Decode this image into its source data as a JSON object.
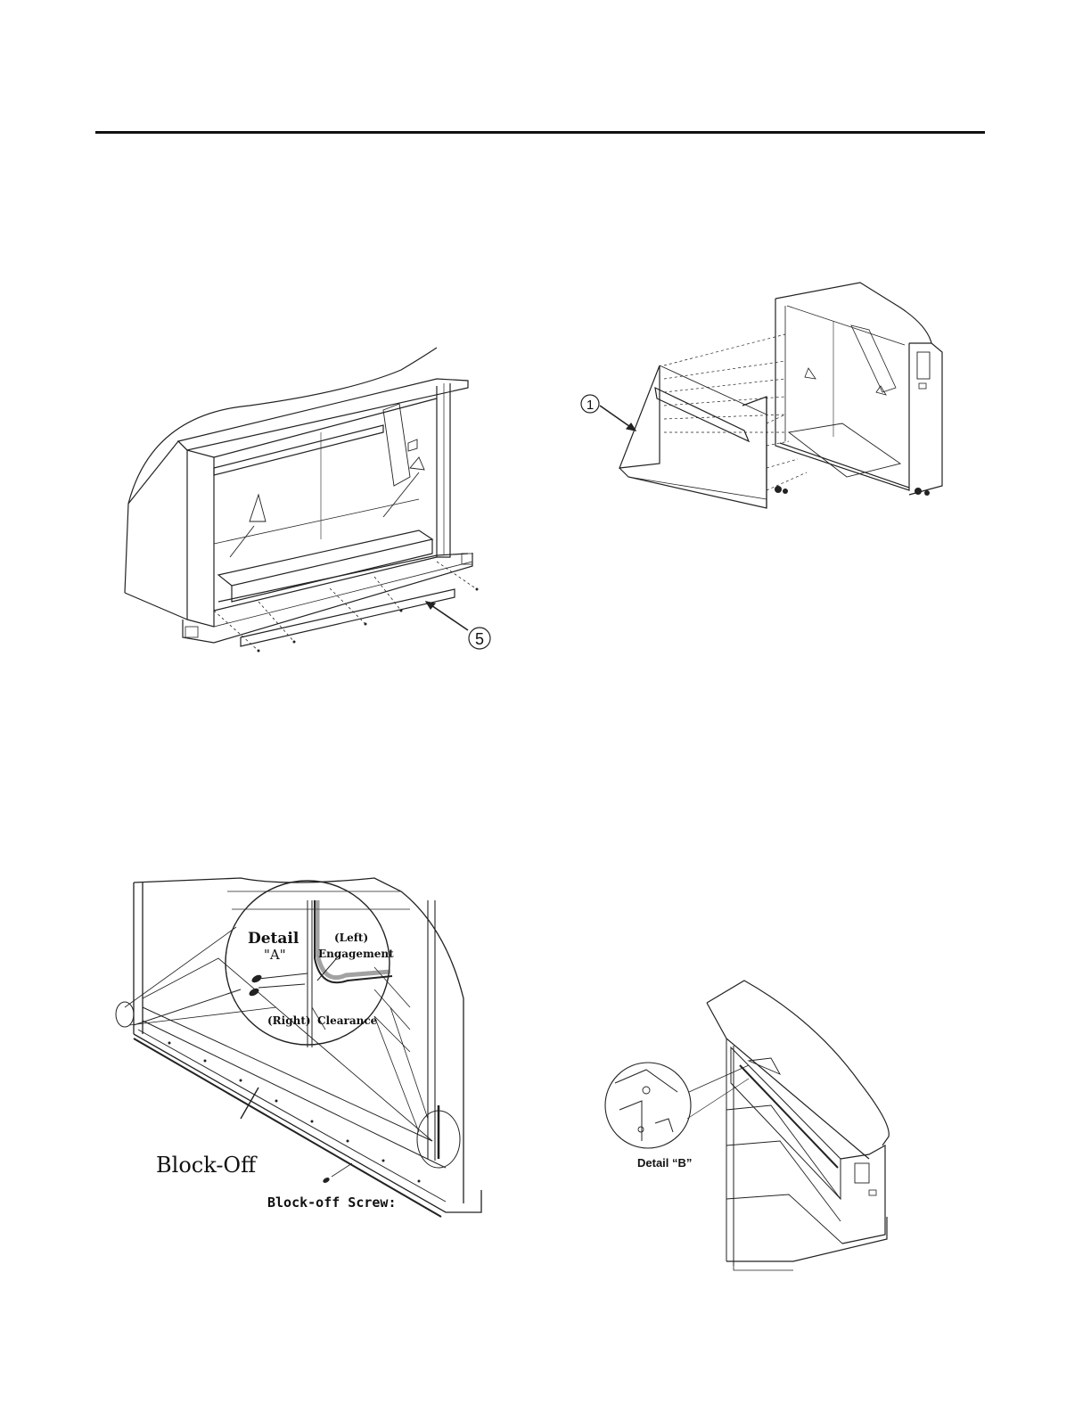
{
  "figures": {
    "top_left": {
      "callout": "5"
    },
    "top_right": {
      "callout": "1"
    },
    "bottom_left": {
      "detail_title": "Detail",
      "detail_sub": "\"A\"",
      "left_label": "(Left)",
      "engagement_label": "Engagement",
      "right_label": "(Right)",
      "clearance_label": "Clearance",
      "blockoff_label": "Block-Off",
      "screw_label": "Block-off Screw:"
    },
    "bottom_right": {
      "detail_label": "Detail “B”"
    }
  }
}
